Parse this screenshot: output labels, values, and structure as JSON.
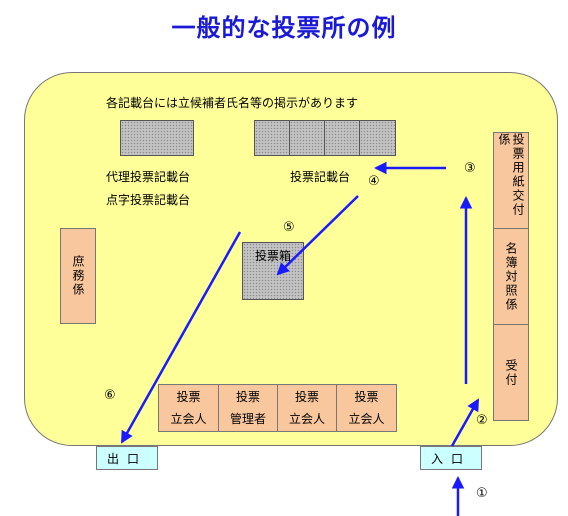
{
  "title": "一般的な投票所の例",
  "notice": "各記載台には立候補者氏名等の掲示があります",
  "proxy_desk_label": "代理投票記載台",
  "braille_desk_label": "点字投票記載台",
  "voting_desk_label": "投票記載台",
  "ballot_box_label": "投票箱",
  "general_affairs_label": "庶務係",
  "counters": {
    "ballot_issue": "投票用紙交付係",
    "roll_check": "名簿対照係",
    "reception": "受付"
  },
  "officials": [
    {
      "line1": "投票",
      "line2": "立会人"
    },
    {
      "line1": "投票",
      "line2": "管理者"
    },
    {
      "line1": "投票",
      "line2": "立会人"
    },
    {
      "line1": "投票",
      "line2": "立会人"
    }
  ],
  "exit_label": "出口",
  "entrance_label": "入口",
  "steps": [
    "①",
    "②",
    "③",
    "④",
    "⑤",
    "⑥"
  ],
  "colors": {
    "title": "#1a1ad6",
    "room": "#ffff99",
    "counter": "#f9c79e",
    "door": "#ccffff",
    "arrow": "#1a1aff"
  }
}
